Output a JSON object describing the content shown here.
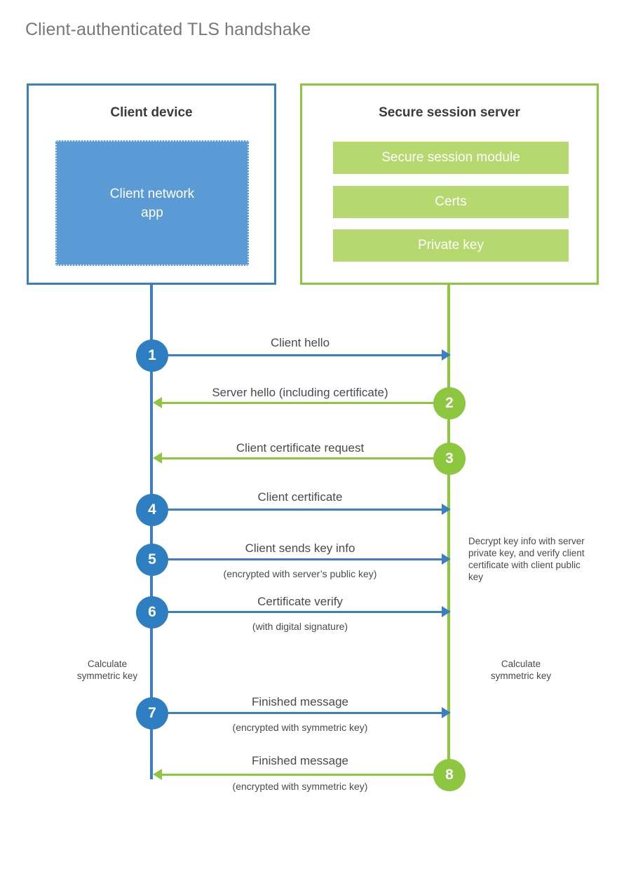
{
  "title": "Client-authenticated TLS handshake",
  "colors": {
    "client_blue": "#3c7fc0",
    "client_app_blue": "#5b9bd5",
    "server_green": "#8dc63f",
    "server_bar_green": "#b5d96f",
    "circle_blue": "#2e7fc1",
    "circle_green": "#8dc63f",
    "title_gray": "#76787b",
    "text_gray": "#4a4a4c"
  },
  "client": {
    "title": "Client device",
    "app_label_line1": "Client network",
    "app_label_line2": "app"
  },
  "server": {
    "title": "Secure session server",
    "components": [
      {
        "label": "Secure session module"
      },
      {
        "label": "Certs"
      },
      {
        "label": "Private key"
      }
    ]
  },
  "steps": [
    {
      "number": "1",
      "label": "Client hello",
      "sublabel": "",
      "direction": "client-to-server",
      "color": "blue"
    },
    {
      "number": "2",
      "label": "Server hello (including certificate)",
      "sublabel": "",
      "direction": "server-to-client",
      "color": "green"
    },
    {
      "number": "3",
      "label": "Client certificate request",
      "sublabel": "",
      "direction": "server-to-client",
      "color": "green"
    },
    {
      "number": "4",
      "label": "Client certificate",
      "sublabel": "",
      "direction": "client-to-server",
      "color": "blue"
    },
    {
      "number": "5",
      "label": "Client sends key info",
      "sublabel": "(encrypted with server’s public key)",
      "direction": "client-to-server",
      "color": "blue"
    },
    {
      "number": "6",
      "label": "Certificate verify",
      "sublabel": "(with digital signature)",
      "direction": "client-to-server",
      "color": "blue"
    },
    {
      "number": "7",
      "label": "Finished message",
      "sublabel": "(encrypted with symmetric key)",
      "direction": "client-to-server",
      "color": "blue"
    },
    {
      "number": "8",
      "label": "Finished message",
      "sublabel": "(encrypted with symmetric key)",
      "direction": "server-to-client",
      "color": "green"
    }
  ],
  "notes": {
    "server_decrypt": "Decrypt key info with server private key, and verify client certificate with client public key",
    "client_calculate_line1": "Calculate",
    "client_calculate_line2": "symmetric key",
    "server_calculate_line1": "Calculate",
    "server_calculate_line2": "symmetric key"
  }
}
